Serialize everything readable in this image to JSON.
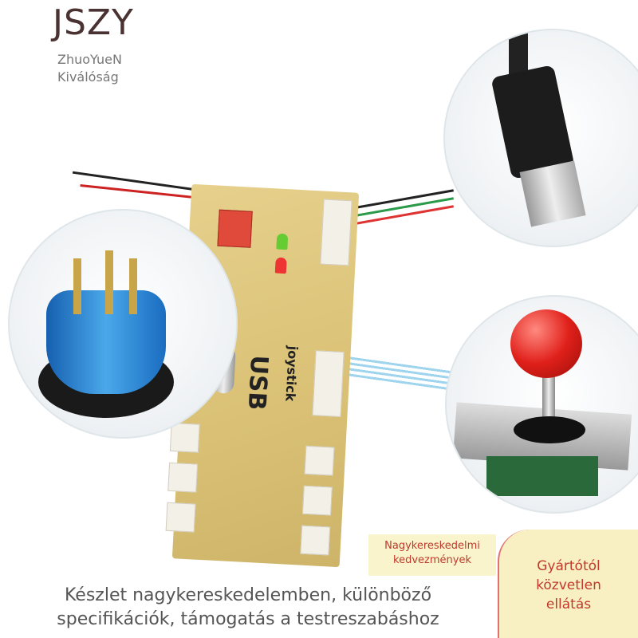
{
  "brand": {
    "logo": "JSZY",
    "line1": "ZhuoYueN",
    "line2": "Kiválóság"
  },
  "pcb": {
    "label_usb": "USB",
    "label_joystick": "joystick"
  },
  "badges": {
    "wholesale": [
      "Nagykereskedelmi",
      "kedvezmények"
    ],
    "factory": [
      "Gyártótól",
      "közvetlen",
      "ellátás"
    ]
  },
  "caption": [
    "Készlet nagykereskedelemben, különböző",
    "specifikációk, támogatás a testreszabáshoz"
  ],
  "colors": {
    "brand": "#4a3232",
    "accent": "#c0392b",
    "badge_bg": "#f8f0c2"
  }
}
